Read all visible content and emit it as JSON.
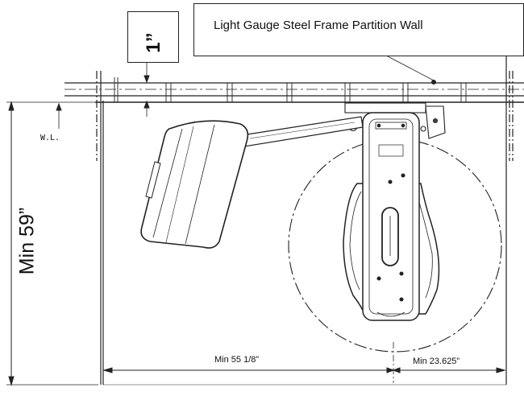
{
  "callouts": {
    "wall_label": "Light Gauge Steel Frame Partition Wall",
    "gap_label": "1”"
  },
  "dimensions": {
    "height_min": "Min 59”",
    "width_min": "Min 55 1/8”",
    "clearance_min": "Min 23.625”",
    "water_line": "W.L."
  }
}
